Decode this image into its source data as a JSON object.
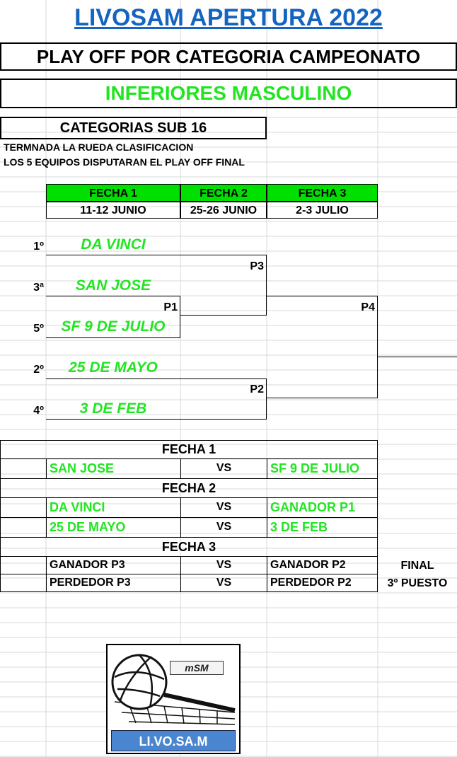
{
  "header": {
    "title": "LIVOSAM APERTURA 2022",
    "subtitle": "PLAY OFF POR CATEGORIA CAMPEONATO",
    "division": "INFERIORES MASCULINO"
  },
  "category": {
    "name": "CATEGORIAS SUB 16",
    "note1": "TERMNADA LA RUEDA CLASIFICACION",
    "note2": "LOS 5 EQUIPOS DISPUTARAN EL PLAY OFF FINAL"
  },
  "schedule": [
    {
      "fecha": "FECHA 1",
      "dates": "11-12 JUNIO"
    },
    {
      "fecha": "FECHA 2",
      "dates": "25-26 JUNIO"
    },
    {
      "fecha": "FECHA 3",
      "dates": "2-3 JULIO"
    }
  ],
  "bracket": {
    "seeds": [
      {
        "rank": "1º",
        "team": "DA VINCI"
      },
      {
        "rank": "3ª",
        "team": "SAN JOSE"
      },
      {
        "rank": "5º",
        "team": "SF 9 DE JULIO"
      },
      {
        "rank": "2º",
        "team": "25 DE MAYO"
      },
      {
        "rank": "4º",
        "team": "3 DE FEB"
      }
    ],
    "labels": {
      "p1": "P1",
      "p2": "P2",
      "p3": "P3",
      "p4": "P4"
    }
  },
  "matches": {
    "fecha1": {
      "title": "FECHA 1",
      "rows": [
        {
          "home": "SAN JOSE",
          "vs": "VS",
          "away": "SF 9 DE JULIO"
        }
      ]
    },
    "fecha2": {
      "title": "FECHA 2",
      "rows": [
        {
          "home": "DA VINCI",
          "vs": "VS",
          "away": "GANADOR P1"
        },
        {
          "home": "25 DE MAYO",
          "vs": "VS",
          "away": "3 DE FEB"
        }
      ]
    },
    "fecha3": {
      "title": "FECHA 3",
      "rows": [
        {
          "home": "GANADOR P3",
          "vs": "VS",
          "away": "GANADOR P2",
          "note": "FINAL"
        },
        {
          "home": "PERDEDOR P3",
          "vs": "VS",
          "away": "PERDEDOR P2",
          "note": "3º PUESTO"
        }
      ]
    }
  },
  "logo": {
    "text": "LI.VO.SA.M",
    "badge": "mSM"
  },
  "colors": {
    "title_blue": "#1565c0",
    "green": "#22e522",
    "header_green": "#00e000",
    "logo_blue": "#4a86d0"
  }
}
